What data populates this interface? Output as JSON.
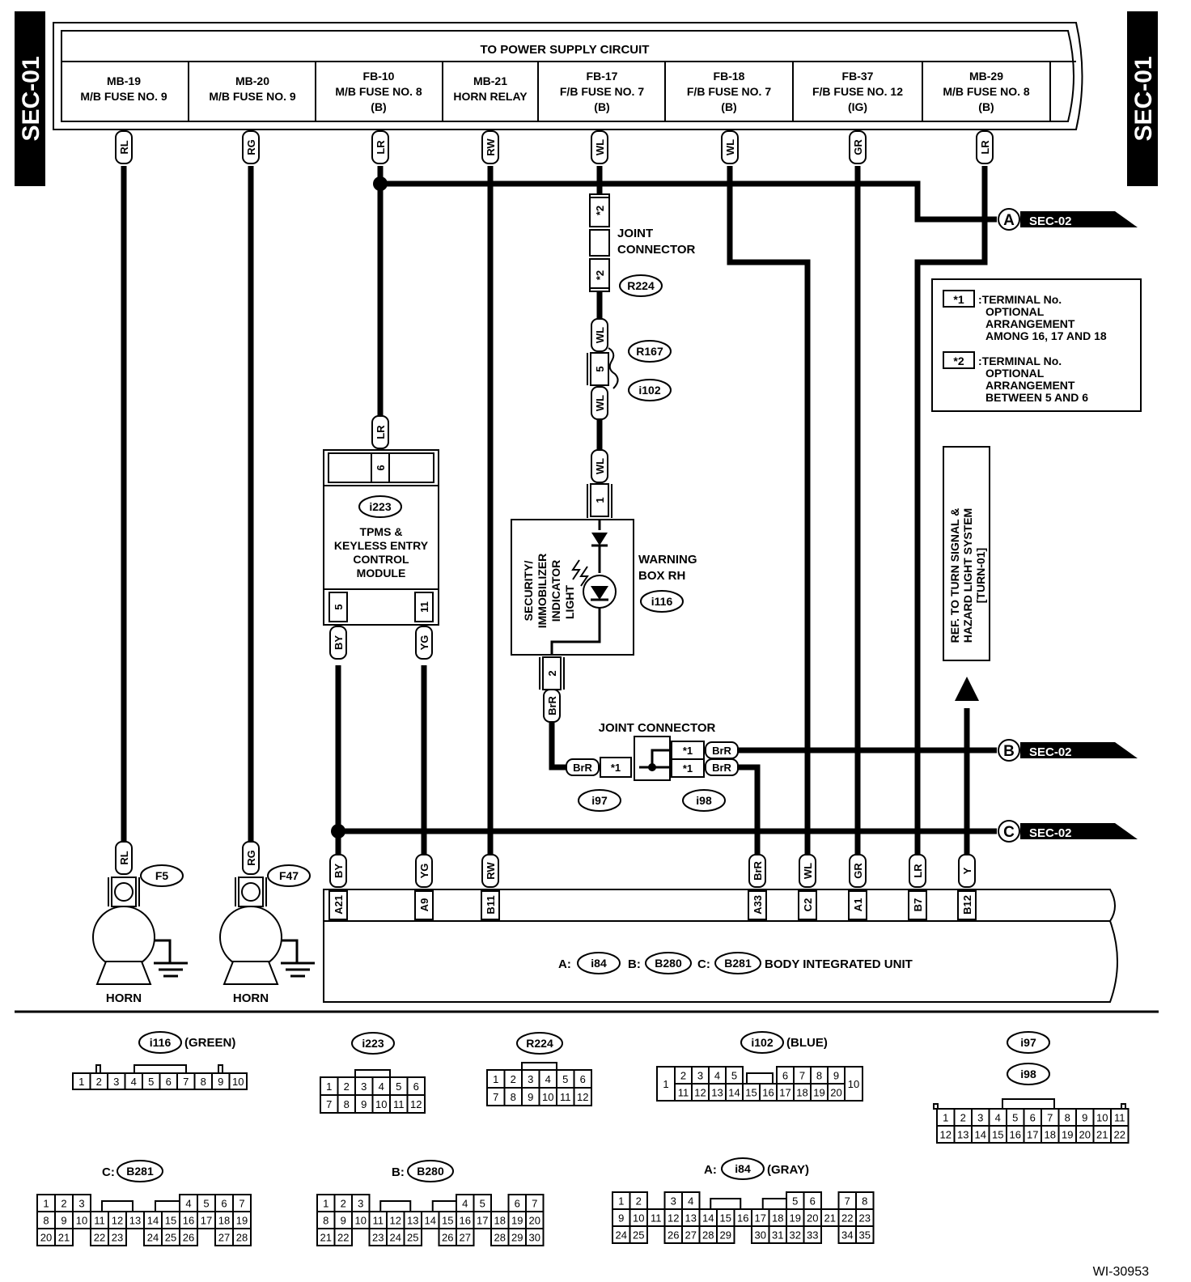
{
  "sec01_left": "SEC-01",
  "sec01_right": "SEC-01",
  "power_title": "TO POWER SUPPLY CIRCUIT",
  "fuses": [
    {
      "l1": "MB-19",
      "l2": "M/B FUSE NO. 9",
      "l3": "",
      "wire": "RL"
    },
    {
      "l1": "MB-20",
      "l2": "M/B FUSE NO. 9",
      "l3": "",
      "wire": "RG"
    },
    {
      "l1": "FB-10",
      "l2": "M/B FUSE NO. 8",
      "l3": "(B)",
      "wire": "LR"
    },
    {
      "l1": "MB-21",
      "l2": "HORN RELAY",
      "l3": "",
      "wire": "RW"
    },
    {
      "l1": "FB-17",
      "l2": "F/B FUSE NO. 7",
      "l3": "(B)",
      "wire": "WL"
    },
    {
      "l1": "FB-18",
      "l2": "F/B FUSE NO. 7",
      "l3": "(B)",
      "wire": "WL"
    },
    {
      "l1": "FB-37",
      "l2": "F/B FUSE NO. 12",
      "l3": "(IG)",
      "wire": "GR"
    },
    {
      "l1": "MB-29",
      "l2": "M/B FUSE NO. 8",
      "l3": "(B)",
      "wire": "LR"
    }
  ],
  "sec02": [
    {
      "letter": "A",
      "label": "SEC-02"
    },
    {
      "letter": "B",
      "label": "SEC-02"
    },
    {
      "letter": "C",
      "label": "SEC-02"
    }
  ],
  "joint_connector_top": {
    "line1": "JOINT",
    "line2": "CONNECTOR",
    "term": "*2",
    "id": "R224"
  },
  "inline": {
    "wire1": "WL",
    "pin": "5",
    "wire2": "WL",
    "id_top": "R167",
    "id_bottom": "i102",
    "wire3": "WL",
    "pin_top": "1"
  },
  "legend": [
    {
      "key": "*1",
      "lines": [
        ":TERMINAL No.",
        "OPTIONAL",
        "ARRANGEMENT",
        "AMONG 16, 17 AND 18"
      ]
    },
    {
      "key": "*2",
      "lines": [
        ":TERMINAL No.",
        "OPTIONAL",
        "ARRANGEMENT",
        "BETWEEN 5 AND 6"
      ]
    }
  ],
  "ref_box": {
    "line1": "REF. TO TURN SIGNAL &",
    "line2": "HAZARD LIGHT SYSTEM",
    "line3": "[TURN-01]"
  },
  "tpms": {
    "pin_top": "6",
    "wire_top": "LR",
    "id": "i223",
    "line1": "TPMS &",
    "line2": "KEYLESS ENTRY",
    "line3": "CONTROL",
    "line4": "MODULE",
    "pin_a": "5",
    "pin_b": "11",
    "wire_a": "BY",
    "wire_b": "YG"
  },
  "warning": {
    "line1": "WARNING",
    "line2": "BOX RH",
    "id": "i116",
    "v1": "SECURITY/",
    "v2": "IMMOBILIZER",
    "v3": "INDICATOR",
    "v4": "LIGHT",
    "pin_bottom": "2",
    "wire_bottom": "BrR"
  },
  "joint_connector_bottom": {
    "title": "JOINT CONNECTOR",
    "w1": "BrR",
    "t1": "*1",
    "w2": "BrR",
    "t2": "*1",
    "w3": "BrR",
    "t3": "*1",
    "id1": "i97",
    "id2": "i98"
  },
  "horns": [
    {
      "wire": "RL",
      "id": "F5",
      "label": "HORN"
    },
    {
      "wire": "RG",
      "id": "F47",
      "label": "HORN"
    }
  ],
  "biu_pins": [
    {
      "wire": "BY",
      "pin": "A21"
    },
    {
      "wire": "YG",
      "pin": "A9"
    },
    {
      "wire": "RW",
      "pin": "B11"
    },
    {
      "wire": "BrR",
      "pin": "A33"
    },
    {
      "wire": "WL",
      "pin": "C2"
    },
    {
      "wire": "GR",
      "pin": "A1"
    },
    {
      "wire": "LR",
      "pin": "B7"
    },
    {
      "wire": "Y",
      "pin": "B12"
    }
  ],
  "biu": {
    "pre_a": "A:",
    "id_a": "i84",
    "pre_b": "B:",
    "id_b": "B280",
    "pre_c": "C:",
    "id_c": "B281",
    "name": "BODY INTEGRATED UNIT"
  },
  "connectors": {
    "i116": {
      "id": "i116",
      "note": "(GREEN)",
      "row1": [
        "1",
        "2",
        "3",
        "4",
        "5",
        "6",
        "7",
        "8",
        "9",
        "10"
      ]
    },
    "i223": {
      "id": "i223",
      "row1": [
        "1",
        "2",
        "3",
        "4",
        "5",
        "6"
      ],
      "row2": [
        "7",
        "8",
        "9",
        "10",
        "11",
        "12"
      ]
    },
    "R224": {
      "id": "R224",
      "row1": [
        "1",
        "2",
        "3",
        "4",
        "5",
        "6"
      ],
      "row2": [
        "7",
        "8",
        "9",
        "10",
        "11",
        "12"
      ]
    },
    "i102": {
      "id": "i102",
      "note": "(BLUE)",
      "left": "1",
      "right": "10",
      "row1": [
        "2",
        "3",
        "4",
        "5",
        "6",
        "7",
        "8",
        "9"
      ],
      "row2": [
        "11",
        "12",
        "13",
        "14",
        "15",
        "16",
        "17",
        "18",
        "19",
        "20"
      ]
    },
    "i97": {
      "id1": "i97",
      "id2": "i98",
      "row1": [
        "1",
        "2",
        "3",
        "4",
        "5",
        "6",
        "7",
        "8",
        "9",
        "10",
        "11"
      ],
      "row2": [
        "12",
        "13",
        "14",
        "15",
        "16",
        "17",
        "18",
        "19",
        "20",
        "21",
        "22"
      ]
    },
    "B281": {
      "pre": "C:",
      "id": "B281",
      "row1": [
        "1",
        "2",
        "3",
        "4",
        "5",
        "6",
        "7"
      ],
      "row2": [
        "8",
        "9",
        "10",
        "11",
        "12",
        "13",
        "14",
        "15",
        "16",
        "17",
        "18",
        "19"
      ],
      "row3": [
        "20",
        "21",
        "22",
        "23",
        "24",
        "25",
        "26",
        "27",
        "28"
      ]
    },
    "B280": {
      "pre": "B:",
      "id": "B280",
      "row1": [
        "1",
        "2",
        "3",
        "4",
        "5",
        "6",
        "7"
      ],
      "row2": [
        "8",
        "9",
        "10",
        "11",
        "12",
        "13",
        "14",
        "15",
        "16",
        "17",
        "18",
        "19",
        "20"
      ],
      "row3": [
        "21",
        "22",
        "23",
        "24",
        "25",
        "26",
        "27",
        "28",
        "29",
        "30"
      ]
    },
    "i84": {
      "pre": "A:",
      "id": "i84",
      "note": "(GRAY)",
      "row1": [
        "1",
        "2",
        "3",
        "4",
        "5",
        "6",
        "7",
        "8"
      ],
      "row2": [
        "9",
        "10",
        "11",
        "12",
        "13",
        "14",
        "15",
        "16",
        "17",
        "18",
        "19",
        "20",
        "21",
        "22",
        "23"
      ],
      "row3": [
        "24",
        "25",
        "26",
        "27",
        "28",
        "29",
        "30",
        "31",
        "32",
        "33",
        "34",
        "35"
      ]
    }
  },
  "doc_id": "WI-30953"
}
